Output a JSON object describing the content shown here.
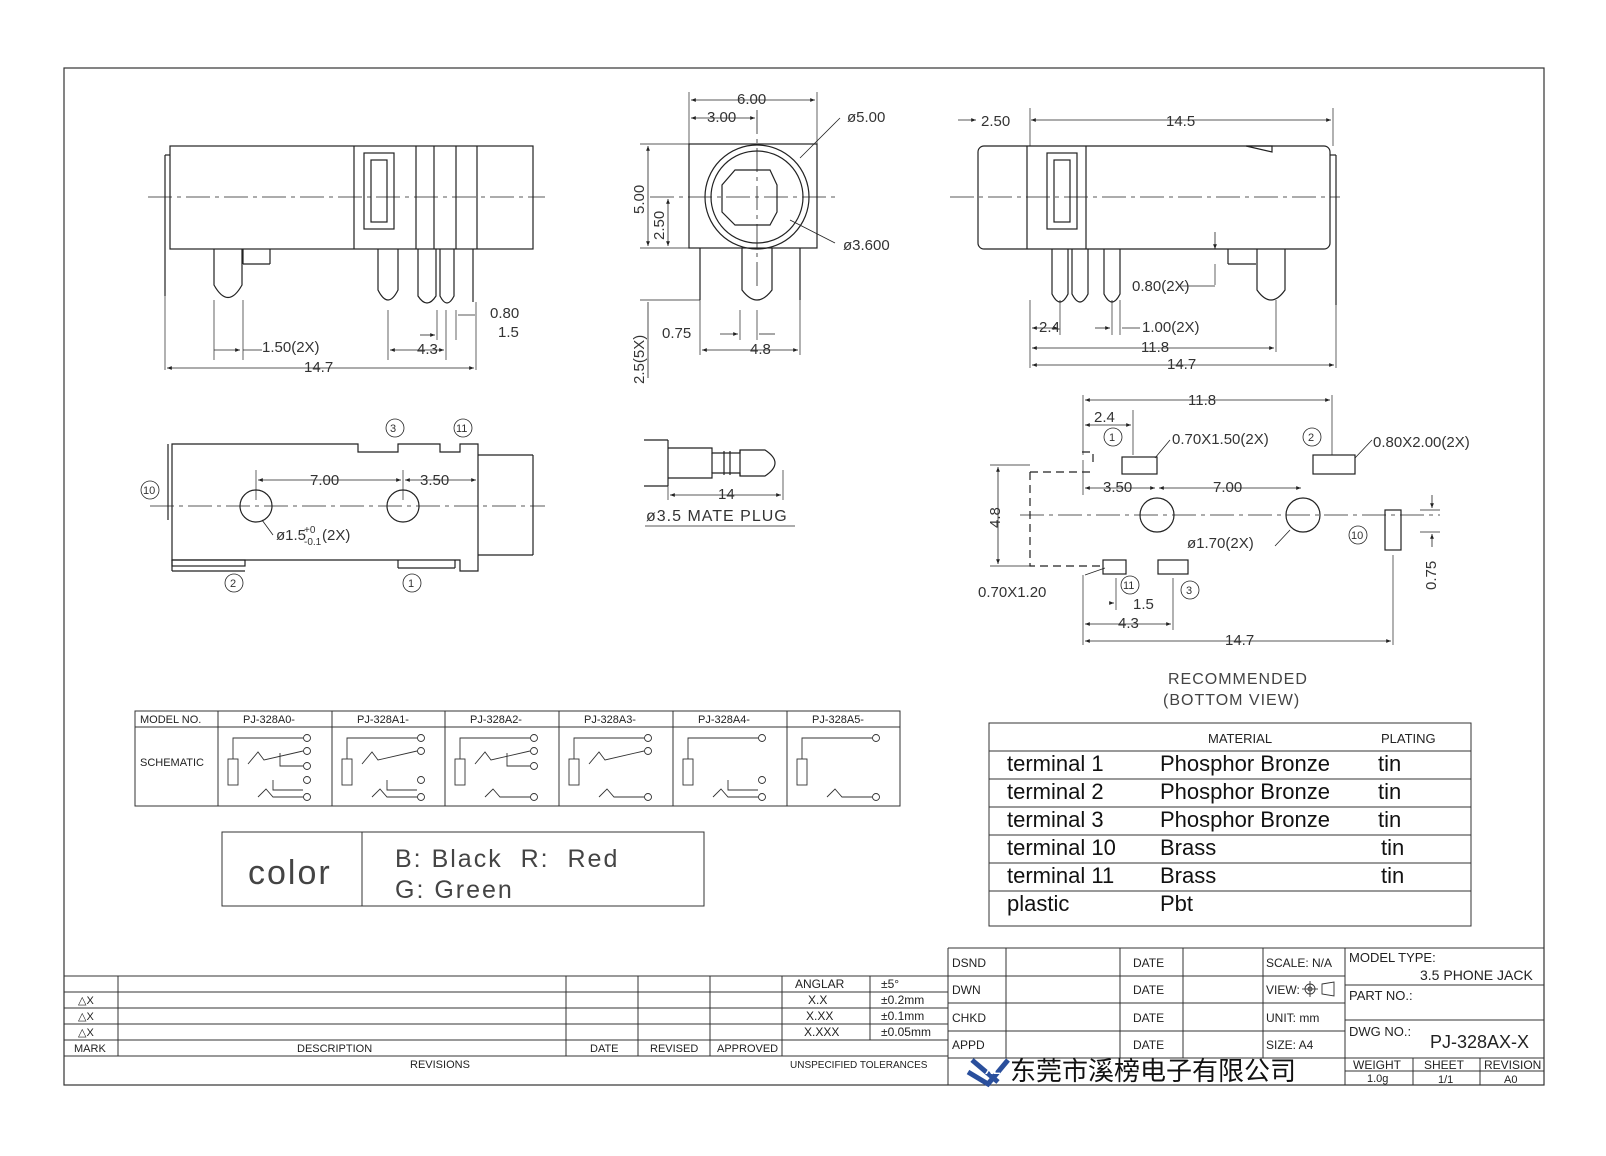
{
  "top_views": {
    "side_left": {
      "d1": "1.50(2X)",
      "d2": "14.7",
      "d3": "4.3",
      "d4": "0.80",
      "d5": "1.5"
    },
    "front": {
      "w": "6.00",
      "half": "3.00",
      "dia_outer": "ø5.00",
      "dia_inner": "ø3.600",
      "h": "5.00",
      "h_half": "2.50",
      "pin_off": "0.75",
      "pin_span": "4.8",
      "pin_len": "2.5(5X)"
    },
    "side_right": {
      "a": "2.50",
      "b": "14.5",
      "c": "0.80(2X)",
      "d": "2.4",
      "e": "1.00(2X)",
      "f": "11.8",
      "g": "14.7"
    }
  },
  "bottom_view": {
    "d1": "7.00",
    "d2": "3.50",
    "hole": "ø1.5",
    "tol_hi": "+0",
    "tol_lo": "-0.1",
    "suffix": "(2X)",
    "pins": {
      "p3": "3",
      "p11": "11",
      "p10": "10",
      "p2": "2",
      "p1": "1"
    }
  },
  "mate_plug": {
    "len": "14",
    "label": "ø3.5 MATE PLUG"
  },
  "footprint": {
    "d_118": "11.8",
    "d_24": "2.4",
    "pad1": "0.70X1.50(2X)",
    "pad2": "0.80X2.00(2X)",
    "d_350": "3.50",
    "d_700": "7.00",
    "d_48": "4.8",
    "hole": "ø1.70(2X)",
    "d_075": "0.75",
    "pad3": "0.70X1.20",
    "d_15": "1.5",
    "d_43": "4.3",
    "d_147": "14.7",
    "n1": "1",
    "n2": "2",
    "n3": "3",
    "n10": "10",
    "n11": "11",
    "caption1": "RECOMMENDED",
    "caption2": "(BOTTOM  VIEW)"
  },
  "models": {
    "label_model": "MODEL NO.",
    "label_schematic": "SCHEMATIC",
    "names": [
      "PJ-328A0-",
      "PJ-328A1-",
      "PJ-328A2-",
      "PJ-328A3-",
      "PJ-328A4-",
      "PJ-328A5-"
    ]
  },
  "color_box": {
    "label": "color",
    "line1": "B: Black  R:  Red",
    "line2": "G: Green"
  },
  "materials": {
    "header_material": "MATERIAL",
    "header_plating": "PLATING",
    "rows": [
      {
        "part": "terminal 1",
        "material": "Phosphor Bronze",
        "plating": "tin"
      },
      {
        "part": "terminal 2",
        "material": "Phosphor Bronze",
        "plating": "tin"
      },
      {
        "part": "terminal 3",
        "material": "Phosphor Bronze",
        "plating": "tin"
      },
      {
        "part": "terminal 10",
        "material": "Brass",
        "plating": "tin"
      },
      {
        "part": "terminal 11",
        "material": "Brass",
        "plating": "tin"
      },
      {
        "part": "plastic",
        "material": "Pbt",
        "plating": ""
      }
    ]
  },
  "revisions": {
    "mark_rows": [
      "△X",
      "△X",
      "△X"
    ],
    "col_mark": "MARK",
    "col_desc": "DESCRIPTION",
    "col_date": "DATE",
    "col_revised": "REVISED",
    "col_approved": "APPROVED",
    "footer": "REVISIONS"
  },
  "tolerances": {
    "angular_label": "ANGLAR",
    "angular_val": "±5°",
    "rows": [
      {
        "k": "X.X",
        "v": "±0.2mm"
      },
      {
        "k": "X.XX",
        "v": "±0.1mm"
      },
      {
        "k": "X.XXX",
        "v": "±0.05mm"
      }
    ],
    "footer": "UNSPECIFIED TOLERANCES"
  },
  "title_block": {
    "dsnd": "DSND",
    "dwn": "DWN",
    "chkd": "CHKD",
    "appd": "APPD",
    "date": "DATE",
    "scale": "SCALE: N/A",
    "view": "VIEW:",
    "unit": "UNIT: mm",
    "size": "SIZE: A4",
    "model_type_label": "MODEL TYPE:",
    "model_type": "3.5 PHONE JACK",
    "part_no_label": "PART NO.:",
    "dwg_no_label": "DWG NO.:",
    "dwg_no": "PJ-328AX-X",
    "weight_label": "WEIGHT",
    "weight": "1.0g",
    "sheet_label": "SHEET",
    "sheet": "1/1",
    "revision_label": "REVISION",
    "revision": "A0",
    "company": "东莞市溪榜电子有限公司",
    "logo_text": "XL"
  }
}
